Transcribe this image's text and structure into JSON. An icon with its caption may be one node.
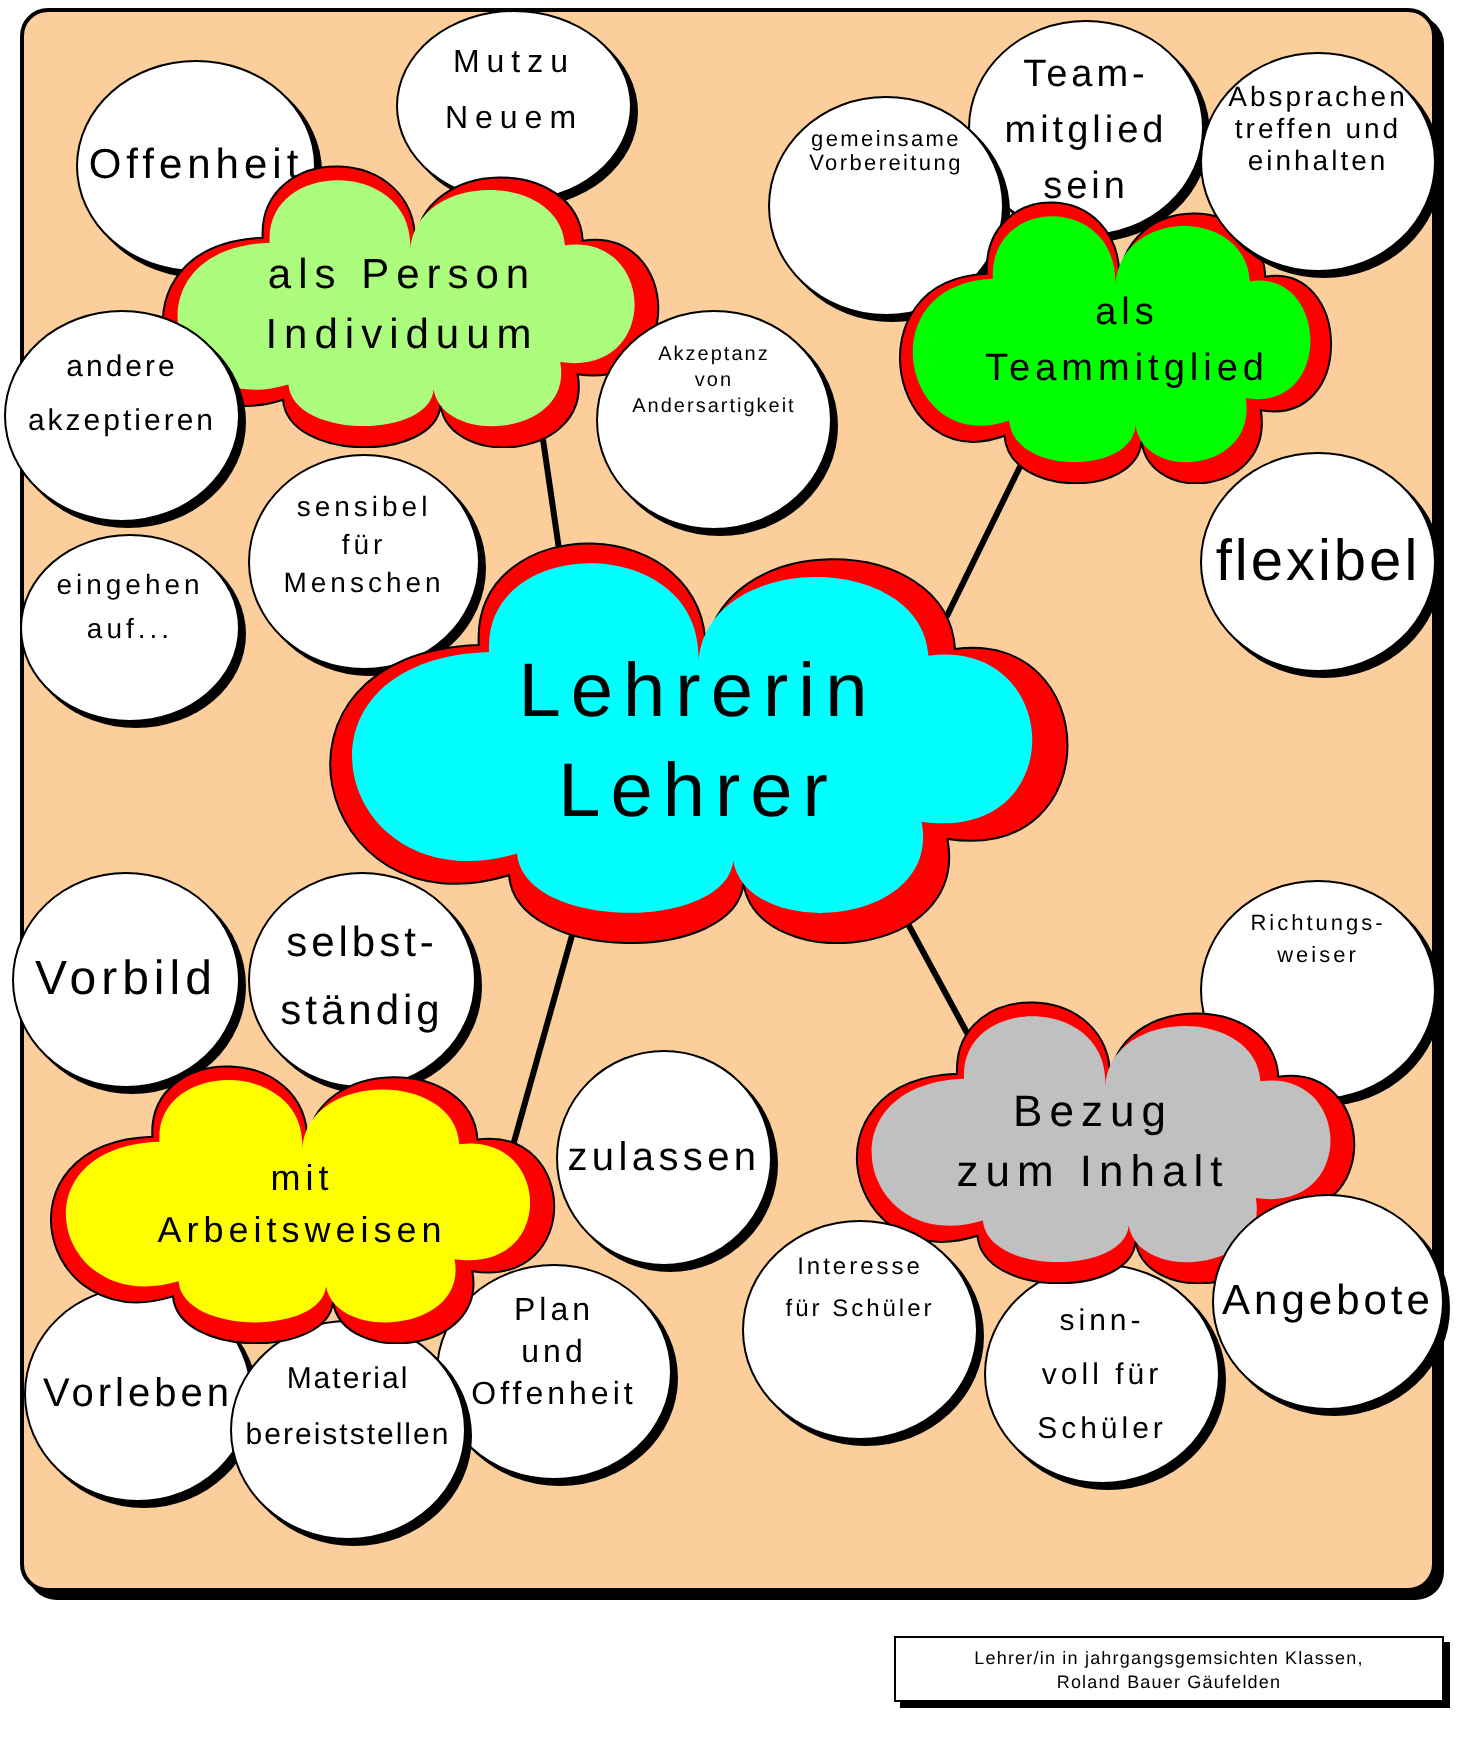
{
  "diagram": {
    "nodes": [
      {
        "text": [
          "Lehrerin Lehrer"
        ]
      },
      {
        "text": [
          "als Person Individuum"
        ]
      },
      {
        "text": [
          "Offenheit"
        ]
      },
      {
        "text": [
          "Mutzu Neuem"
        ]
      },
      {
        "text": [
          "andere akzeptieren"
        ]
      },
      {
        "text": [
          "Akzeptanz von Andersartigkeit"
        ]
      },
      {
        "text": [
          "sensibel für Menschen"
        ]
      },
      {
        "text": [
          "eingehen auf..."
        ]
      },
      {
        "text": [
          "als Teammitglied"
        ]
      },
      {
        "text": [
          "gemeinsame Vorbereitung"
        ]
      },
      {
        "text": [
          "Team- mitglied sein"
        ]
      },
      {
        "text": [
          "Absprachen treffen und einhalten"
        ]
      },
      {
        "text": [
          "flexibel"
        ]
      },
      {
        "text": [
          "mit Arbeitsweisen"
        ]
      },
      {
        "text": [
          "Vorbild"
        ]
      },
      {
        "text": [
          "selbst- ständig"
        ]
      },
      {
        "text": [
          "zulassen"
        ]
      },
      {
        "text": [
          "Vorleben"
        ]
      },
      {
        "text": [
          "Material bereiststellen"
        ]
      },
      {
        "text": [
          "Plan und Offenheit"
        ]
      },
      {
        "text": [
          "Bezug zum Inhalt"
        ]
      },
      {
        "text": [
          "Richtungs- weiser"
        ]
      },
      {
        "text": [
          "Interesse für Schüler"
        ]
      },
      {
        "text": [
          "sinn- voll für Schüler"
        ]
      },
      {
        "text": [
          "Angebote"
        ]
      }
    ],
    "edges": [
      {
        "from": 0,
        "to": 1,
        "arrow": "none"
      },
      {
        "from": 0,
        "to": 8,
        "arrow": "none"
      },
      {
        "from": 0,
        "to": 13,
        "arrow": "none"
      },
      {
        "from": 0,
        "to": 20,
        "arrow": "none"
      }
    ],
    "caption": "Lehrer/in in jahrgangsgemsichten Klassen, Roland Bauer Gäufelden"
  }
}
